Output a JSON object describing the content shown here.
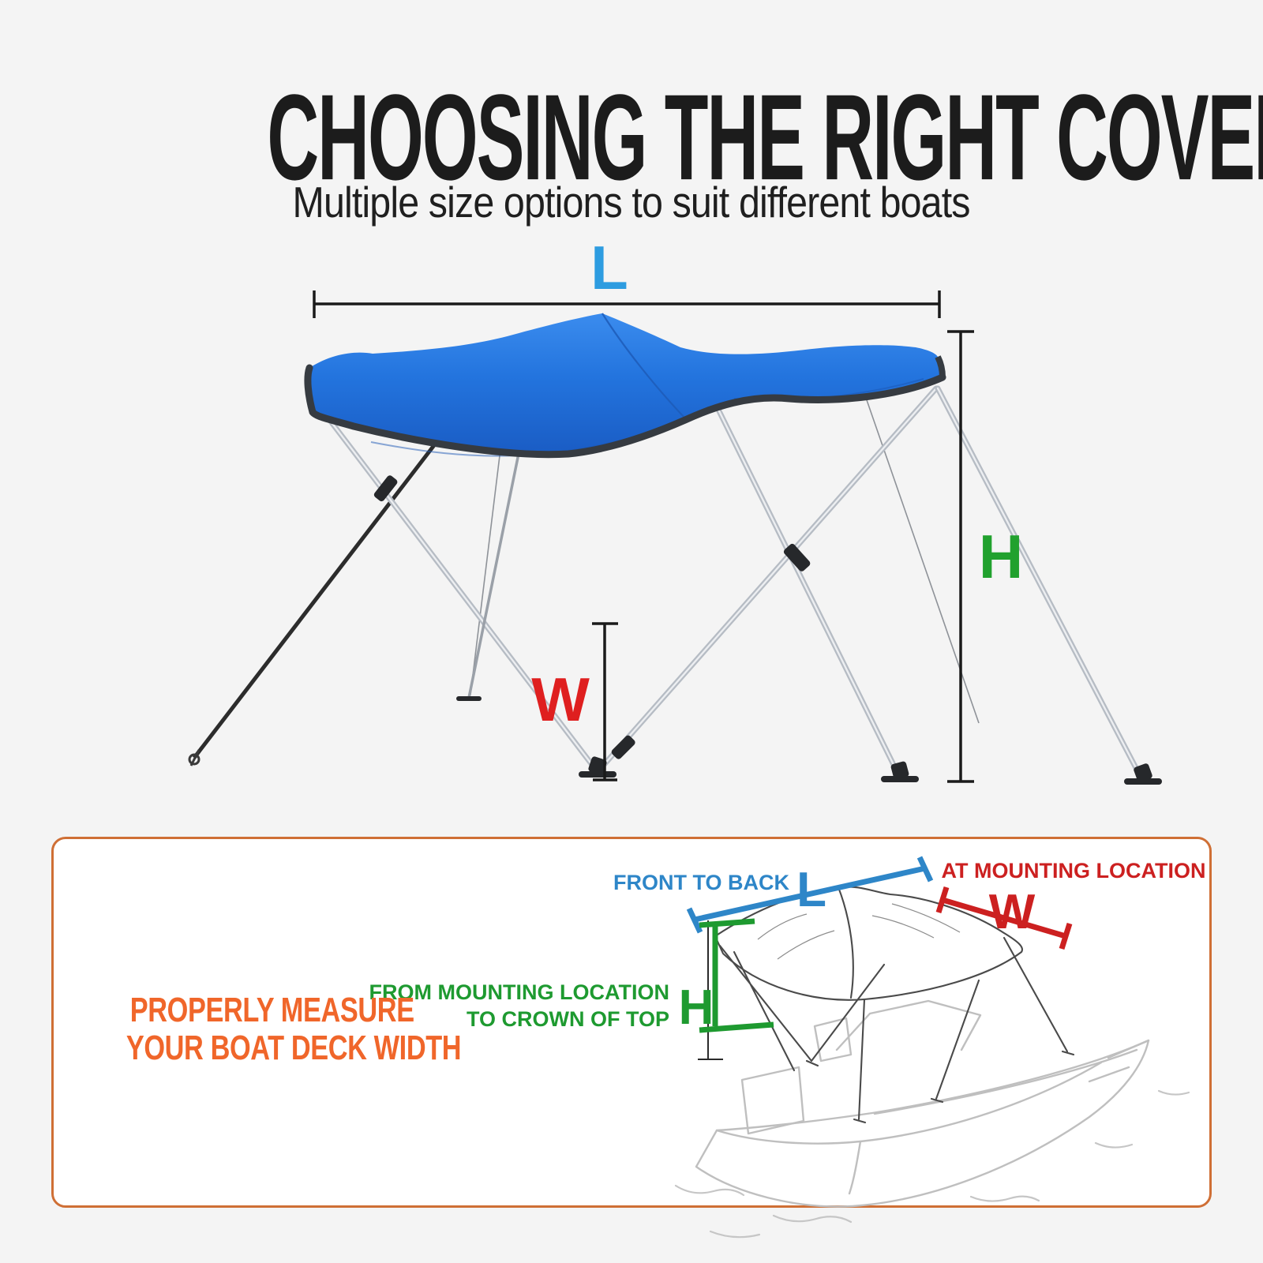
{
  "page": {
    "title": "CHOOSING THE RIGHT COVER",
    "subtitle": "Multiple size options to suit different boats"
  },
  "diagram": {
    "length_label": "L",
    "height_label": "H",
    "width_label": "W"
  },
  "panel": {
    "heading_line1": "PROPERLY MEASURE",
    "heading_line2": "YOUR BOAT DECK WIDTH",
    "length_caption": "FRONT TO BACK",
    "length_label": "L",
    "width_caption": "AT MOUNTING LOCATION",
    "width_label": "W",
    "height_caption_line1": "FROM MOUNTING LOCATION",
    "height_caption_line2": "TO CROWN OF TOP",
    "height_label": "H"
  },
  "colors": {
    "background": "#f4f4f4",
    "title_text": "#1c1c1c",
    "dimension_line": "#1a1a1a",
    "length_blue": "#2d9ce0",
    "height_green": "#21a12e",
    "width_red": "#df1f1f",
    "panel_blue": "#2e86c8",
    "panel_red": "#cc2020",
    "panel_green": "#1e9a30",
    "orange_accent": "#f0662a",
    "panel_border": "#cf6f35",
    "canopy_blue": "#2277e0"
  }
}
